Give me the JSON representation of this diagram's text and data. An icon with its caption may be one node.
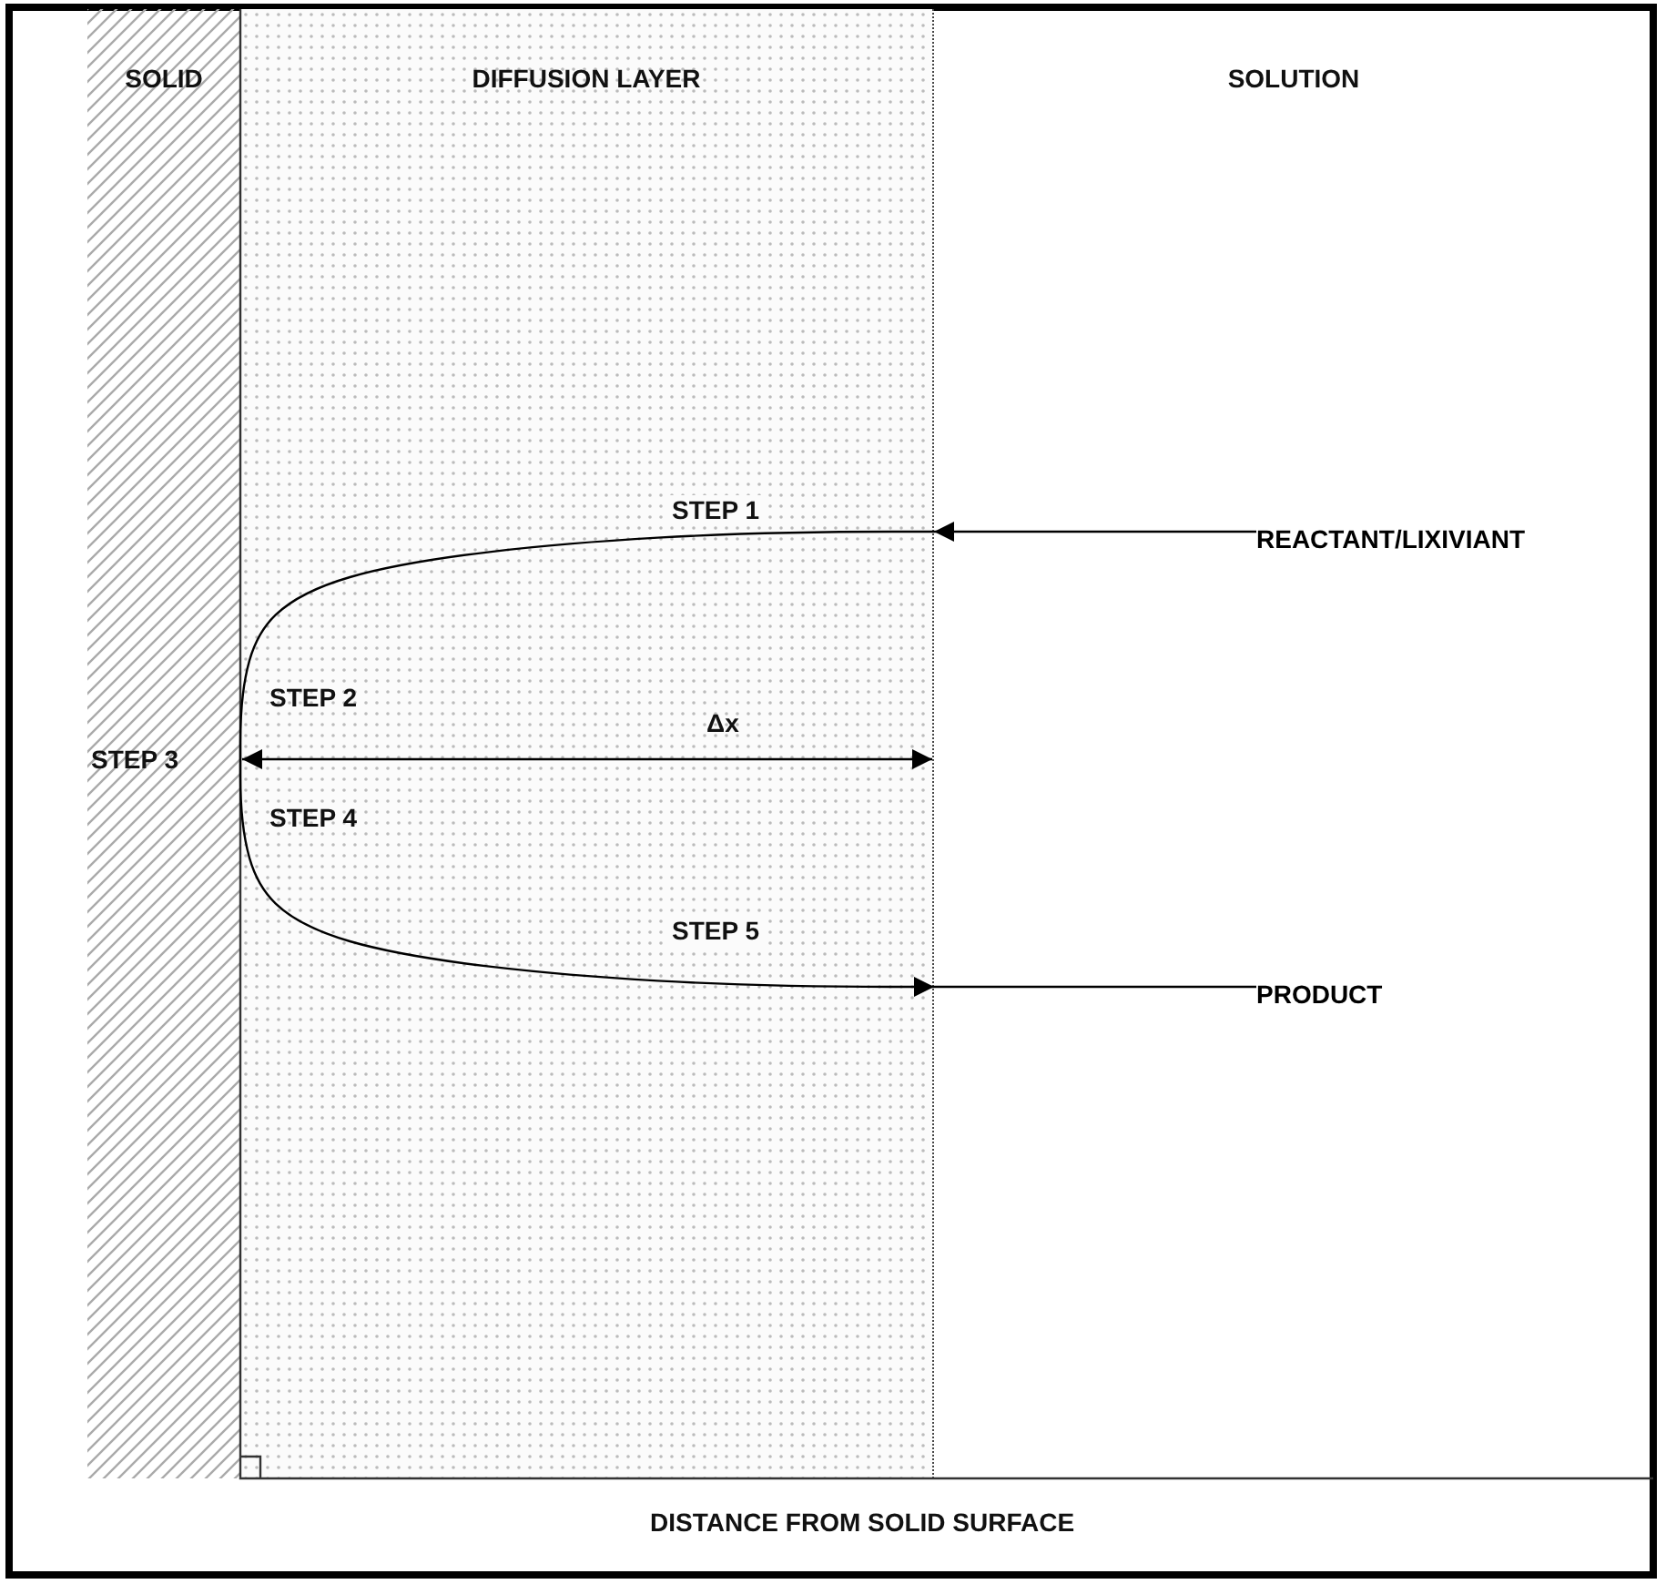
{
  "diagram": {
    "nodes": [
      {
        "text": [
          "SOLID"
        ]
      },
      {
        "text": [
          "DIFFUSION LAYER"
        ]
      },
      {
        "text": [
          "SOLUTION"
        ]
      },
      {
        "text": [
          "REACTANT/LIXIVIANT"
        ]
      },
      {
        "text": [
          "PRODUCT"
        ]
      }
    ],
    "edges": [
      {
        "from": 3,
        "to": 1,
        "arrow": "to"
      },
      {
        "from": 1,
        "to": 0,
        "arrow": "none",
        "label": "STEP 1"
      },
      {
        "from": 0,
        "to": 1,
        "arrow": "to",
        "label": "STEP 5"
      },
      {
        "from": 1,
        "to": 4,
        "arrow": "none"
      }
    ],
    "labels": [
      "STEP 2",
      "Δx",
      "STEP 3",
      "STEP 4",
      "DISTANCE FROM SOLID SURFACE"
    ]
  }
}
